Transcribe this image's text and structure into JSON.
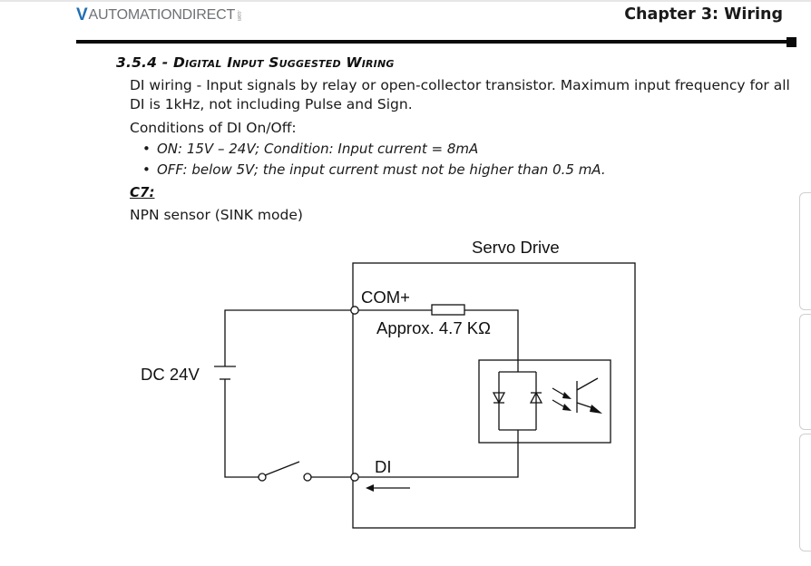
{
  "header": {
    "logo_mark": "V",
    "logo_text": "AUTOMATIONDIRECT",
    "logo_dotcom": ".com",
    "chapter": "Chapter 3: Wiring"
  },
  "section": {
    "title": "3.5.4 - Digital Input Suggested Wiring",
    "desc_line1": "DI wiring - Input signals by relay or open-collector transistor.  Maximum input frequency for all",
    "desc_line2": "DI is 1kHz, not including Pulse and Sign.",
    "conditions": "Conditions of DI On/Off:",
    "bullets": [
      "ON: 15V – 24V; Condition: Input current = 8mA",
      "OFF: below 5V; the input current must not be higher than 0.5 mA."
    ],
    "c7_label": "C7:",
    "c7_desc": "NPN sensor (SINK mode)"
  },
  "diagram": {
    "servo_label": "Servo Drive",
    "com_label": "COM+",
    "resistor_label": "Approx. 4.7 KΩ",
    "dc_label": "DC 24V",
    "di_label": "DI"
  }
}
